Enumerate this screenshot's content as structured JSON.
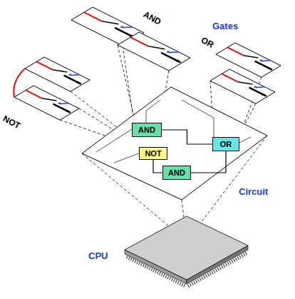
{
  "diagram": {
    "nodes": [
      {
        "text": [
          "AND"
        ]
      },
      {
        "text": [
          "NOT"
        ]
      },
      {
        "text": [
          "OR"
        ]
      },
      {
        "text": [
          "AND"
        ]
      }
    ],
    "edges": [
      {
        "from": 0,
        "to": 2,
        "arrow": "none"
      },
      {
        "from": 1,
        "to": 3,
        "arrow": "none"
      },
      {
        "from": 3,
        "to": 2,
        "arrow": "none"
      }
    ],
    "labels": [
      "AND",
      "Gates",
      "OR",
      "NOT",
      "Circuit",
      "CPU"
    ]
  }
}
